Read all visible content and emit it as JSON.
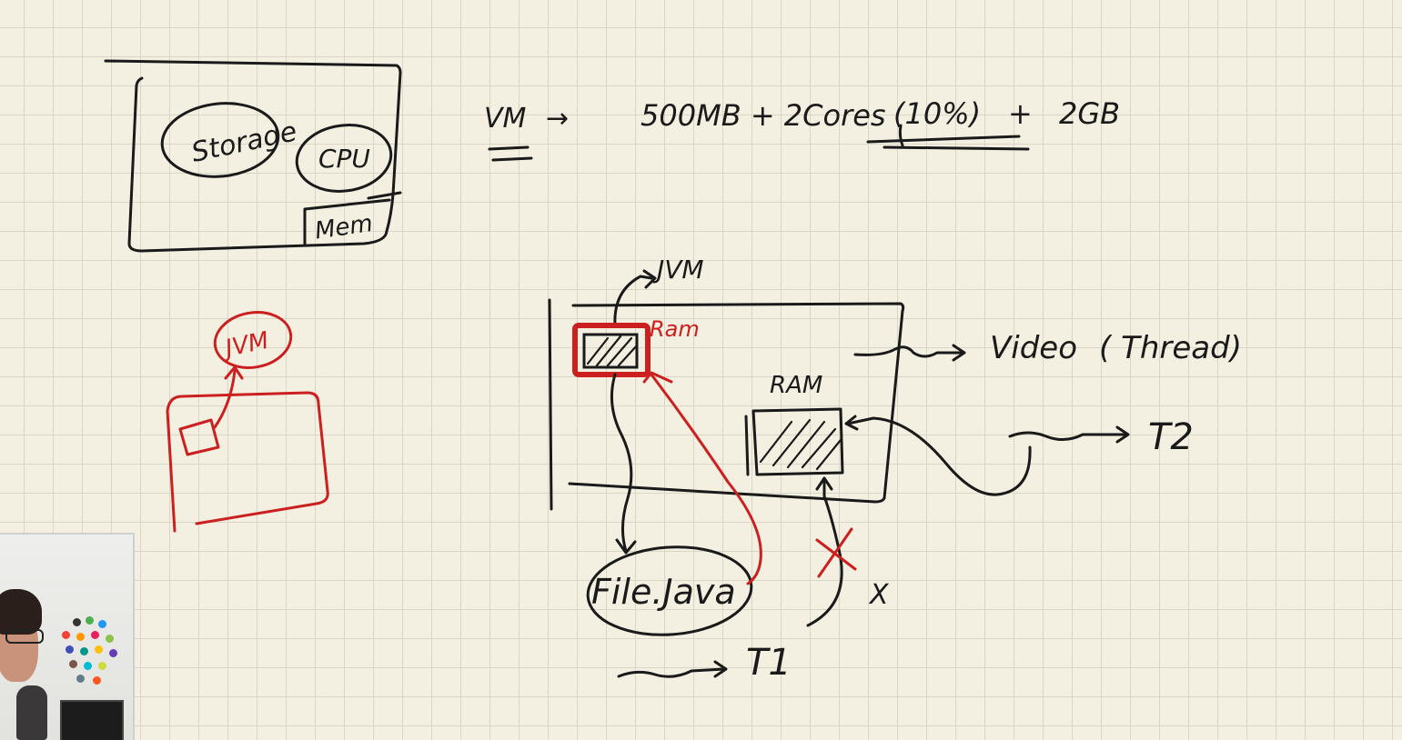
{
  "whiteboard": {
    "machine_box": {
      "storage_label": "Storage",
      "cpu_label": "CPU",
      "mem_label": "Mem"
    },
    "vm_equation": {
      "lhs": "VM",
      "arrow": "→",
      "rhs_part1": "500MB + 2Cores",
      "rhs_part2": "(10%)",
      "rhs_part3": "+",
      "rhs_part4": "2GB"
    },
    "red_sketch": {
      "jvm_label": "JVM"
    },
    "main_diagram": {
      "jvm_label": "JVM",
      "ram_red_label": "Ram",
      "ram_label": "RAM",
      "video_label": "Video",
      "thread_label": "( Thread)",
      "t2_label": "T2",
      "file_label": "File.Java",
      "x_label": "X",
      "t1_label": "T1"
    }
  },
  "webcam": {
    "description": ""
  },
  "colors": {
    "paper": "#f3f0e2",
    "grid": "#d9d6c8",
    "ink": "#1a1a1a",
    "red_ink": "#cc1f1f"
  }
}
